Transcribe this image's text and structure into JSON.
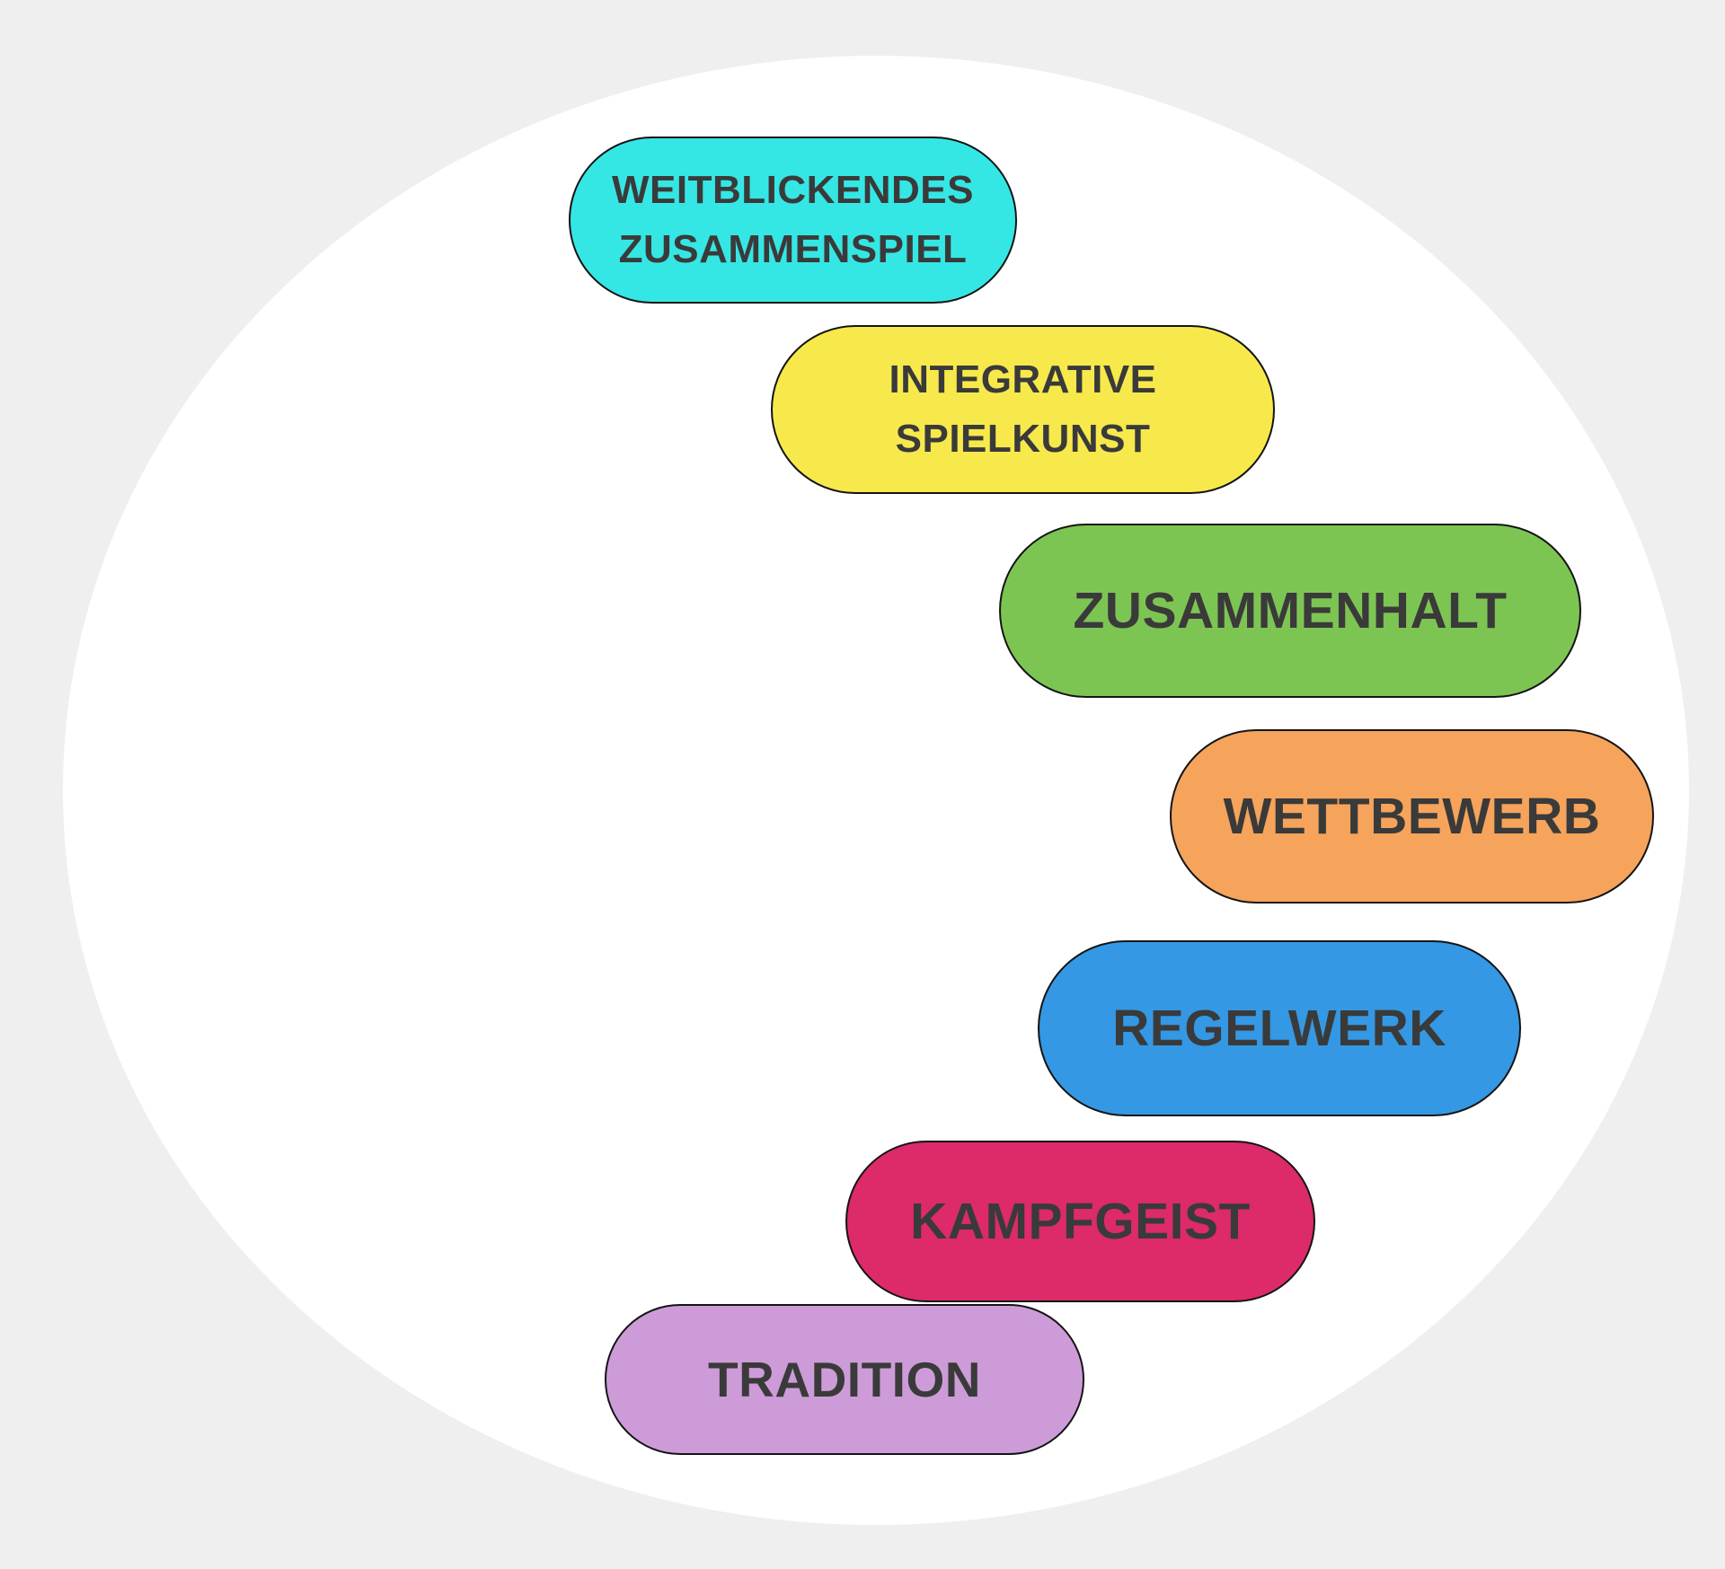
{
  "page": {
    "background_color": "#EFEFEF",
    "ellipse_color": "#FFFFFF",
    "outline_color": "#141414",
    "text_color": "#3A3A3A"
  },
  "pills": [
    {
      "id": "weitblickendes-zusammenspiel",
      "label": "WEITBLICKENDES\nZUSAMMENSPIEL",
      "fill": "#35E7E4"
    },
    {
      "id": "integrative-spielkunst",
      "label": "INTEGRATIVE\nSPIELKUNST",
      "fill": "#F7E94B"
    },
    {
      "id": "zusammenhalt",
      "label": "ZUSAMMENHALT",
      "fill": "#7DC553"
    },
    {
      "id": "wettbewerb",
      "label": "WETTBEWERB",
      "fill": "#F6A45B"
    },
    {
      "id": "regelwerk",
      "label": "REGELWERK",
      "fill": "#3498E4"
    },
    {
      "id": "kampfgeist",
      "label": "KAMPFGEIST",
      "fill": "#DC2A6B"
    },
    {
      "id": "tradition",
      "label": "TRADITION",
      "fill": "#CD9CD8"
    }
  ]
}
